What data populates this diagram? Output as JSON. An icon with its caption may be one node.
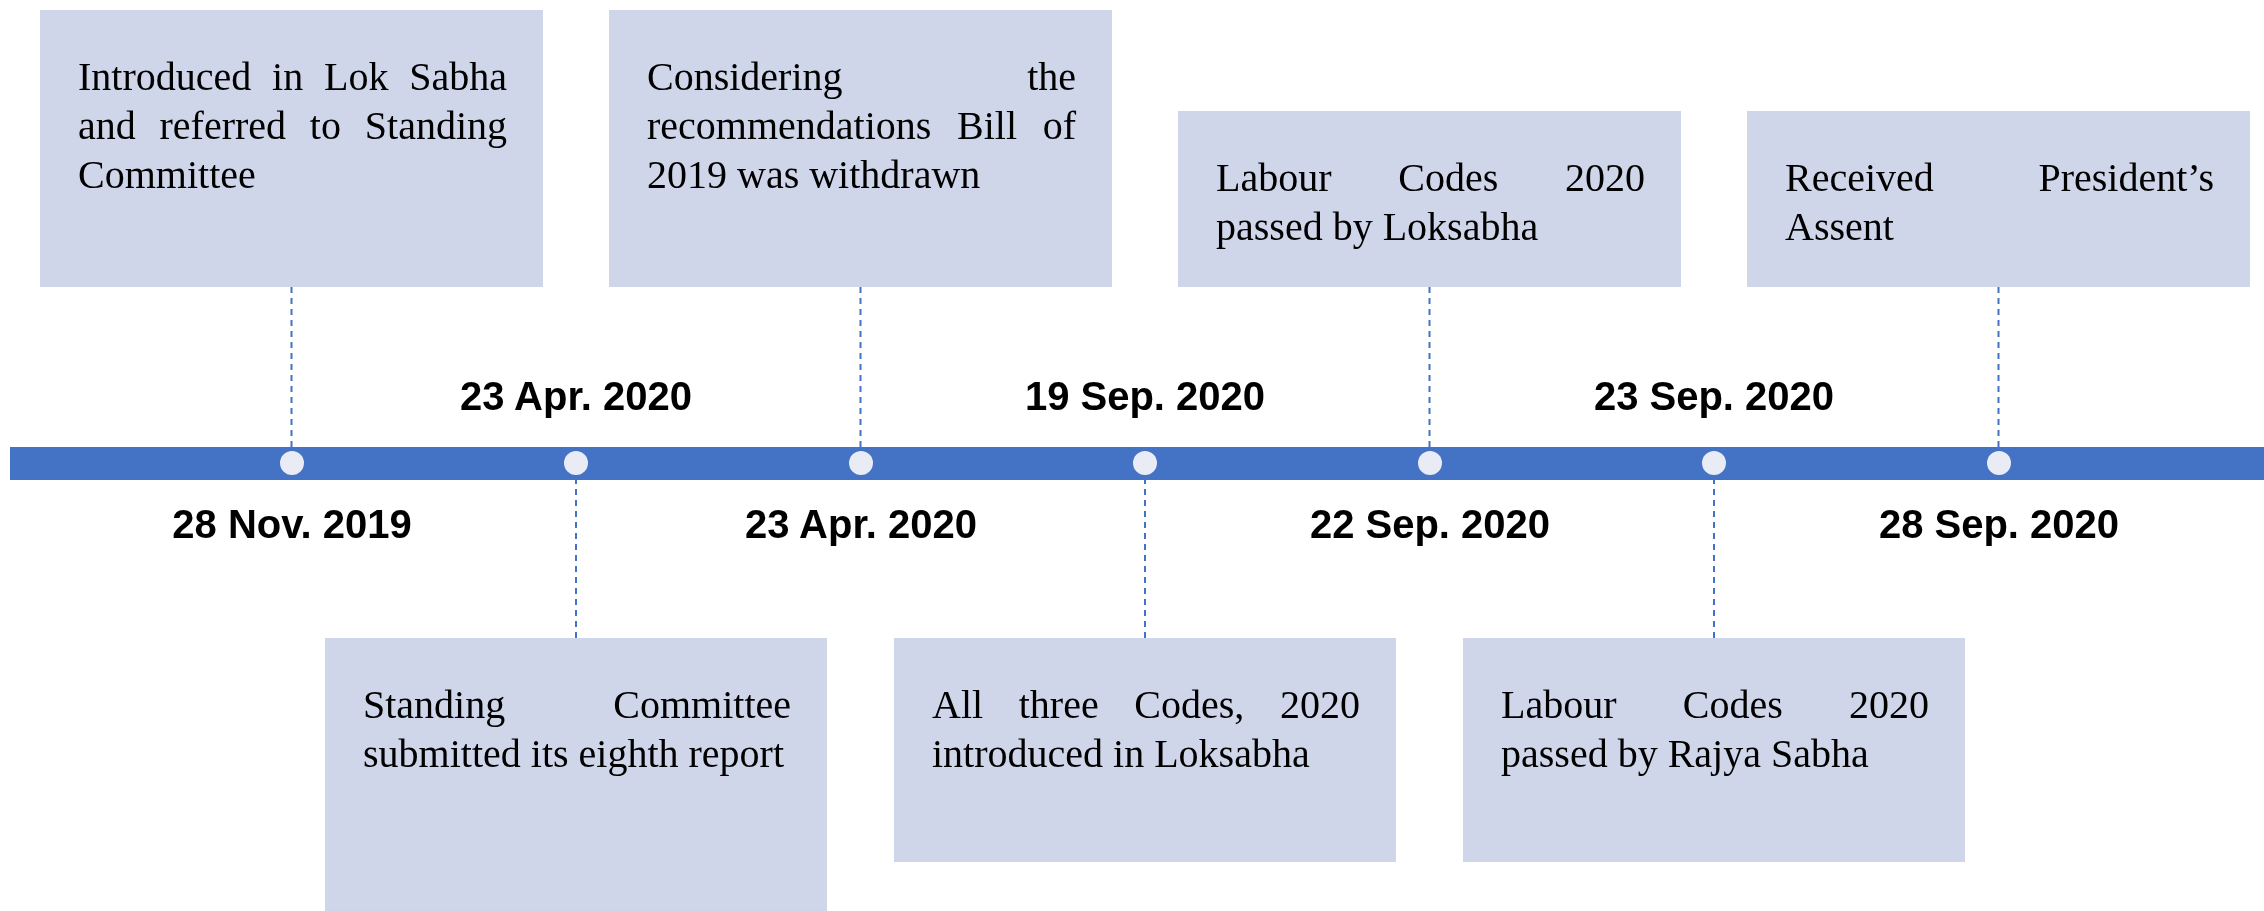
{
  "diagram": {
    "nodes": [
      {
        "text": [
          "Introduced in Lok Sabha and referred to Standing Committee"
        ]
      },
      {
        "text": [
          "Standing Committee submitted its eighth report"
        ]
      },
      {
        "text": [
          "Considering the recommendations Bill of 2019 was withdrawn"
        ]
      },
      {
        "text": [
          "All three Codes, 2020 introduced in Loksabha"
        ]
      },
      {
        "text": [
          "Labour Codes 2020 passed by Loksabha"
        ]
      },
      {
        "text": [
          "Labour Codes 2020 passed by Rajya Sabha"
        ]
      },
      {
        "text": [
          "Received President’s Assent"
        ]
      },
      {
        "text": [],
        "shape": "circle",
        "beside": [
          "28 Nov. 2019"
        ]
      },
      {
        "text": [],
        "shape": "circle",
        "beside": [
          "23 Apr. 2020"
        ]
      },
      {
        "text": [],
        "shape": "circle",
        "beside": [
          "23 Apr. 2020"
        ]
      },
      {
        "text": [],
        "shape": "circle",
        "beside": [
          "19 Sep. 2020"
        ]
      },
      {
        "text": [],
        "shape": "circle",
        "beside": [
          "22 Sep. 2020"
        ]
      },
      {
        "text": [],
        "shape": "circle",
        "beside": [
          "23 Sep. 2020"
        ]
      },
      {
        "text": [],
        "shape": "circle",
        "beside": [
          "28 Sep. 2020"
        ]
      }
    ],
    "edges": [
      {
        "from": 0,
        "to": 7,
        "arrow": "none",
        "style": "dashed"
      },
      {
        "from": 1,
        "to": 8,
        "arrow": "none",
        "style": "dashed"
      },
      {
        "from": 2,
        "to": 9,
        "arrow": "none",
        "style": "dashed"
      },
      {
        "from": 3,
        "to": 10,
        "arrow": "none",
        "style": "dashed"
      },
      {
        "from": 4,
        "to": 11,
        "arrow": "none",
        "style": "dashed"
      },
      {
        "from": 5,
        "to": 12,
        "arrow": "none",
        "style": "dashed"
      },
      {
        "from": 6,
        "to": 13,
        "arrow": "none",
        "style": "dashed"
      }
    ]
  }
}
